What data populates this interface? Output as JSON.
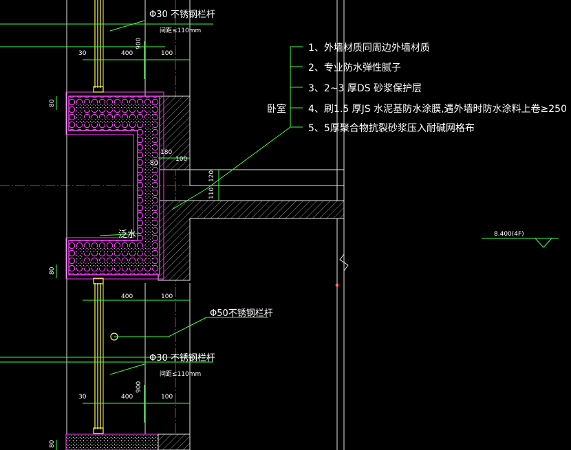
{
  "notes": {
    "room_label": "卧室",
    "items": [
      "1、外墙材质同周边外墙材质",
      "2、专业防水弹性腻子",
      "3、2~3  厚DS 砂浆保护层",
      "4、刷1.5  厚JS 水泥基防水涂膜,遇外墙时防水涂料上卷≥250",
      "5、5厚聚合物抗裂砂浆压入耐碱网格布"
    ]
  },
  "railings": {
    "top_rod": "Φ30 不锈钢栏杆",
    "top_spacing": "间距≤110mm",
    "mid_rod": "Φ50不锈钢栏杆",
    "bottom_rod": "Φ30 不锈钢栏杆",
    "bottom_spacing": "间距≤110mm"
  },
  "labels": {
    "drip": "泛水",
    "elevation": "8.400(4F)"
  },
  "dims": {
    "d30_top": "30",
    "d400_top": "400",
    "d100_top": "100",
    "d900_top": "900",
    "d80_upper": "80",
    "d180": "180",
    "d80_mid": "80",
    "d100_mid": "100",
    "d120": "120",
    "d110": "110",
    "d80_lower": "80",
    "d400_mid": "400",
    "d100_mid2": "100",
    "d30_bot": "30",
    "d400_bot": "400",
    "d900_bot": "900",
    "d100_bot": "100",
    "d80_bot": "80"
  },
  "colors": {
    "background": "#000000",
    "linework": "#ffffff",
    "annotation": "#3cff3c",
    "insulation": "#ff3cff",
    "axis": "#ff2020",
    "railing": "#ffff3c"
  }
}
